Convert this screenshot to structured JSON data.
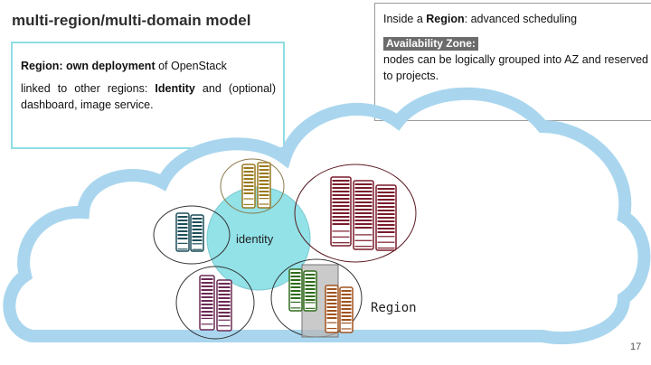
{
  "slide": {
    "title": "multi-region/multi-domain model",
    "page_number": "17"
  },
  "region_box": {
    "line1_bold": "Region: own deployment",
    "line1_rest": " of OpenStack",
    "line2_start": "linked to other regions: ",
    "line2_bold": "Identity",
    "line2_end": " and (optional) dashboard, image service."
  },
  "scheduling_box": {
    "line1_start": "Inside a ",
    "line1_bold": "Region",
    "line1_end": ": advanced scheduling",
    "az_label": "Availability Zone:",
    "az_text": "nodes can be logically grouped into AZ and reserved to projects."
  },
  "diagram": {
    "identity_label": "identity",
    "region_label": "Region",
    "colors": {
      "cloud": "#a9d6ee",
      "identity_fill": "#92e2e8",
      "olive": "#9a7a1e",
      "teal_dark": "#1d4f5a",
      "maroon": "#7a1c2c",
      "plum": "#6b2a55",
      "green": "#2f6b1a",
      "brown": "#a0521e",
      "az_fill": "#b8b8b8"
    }
  }
}
